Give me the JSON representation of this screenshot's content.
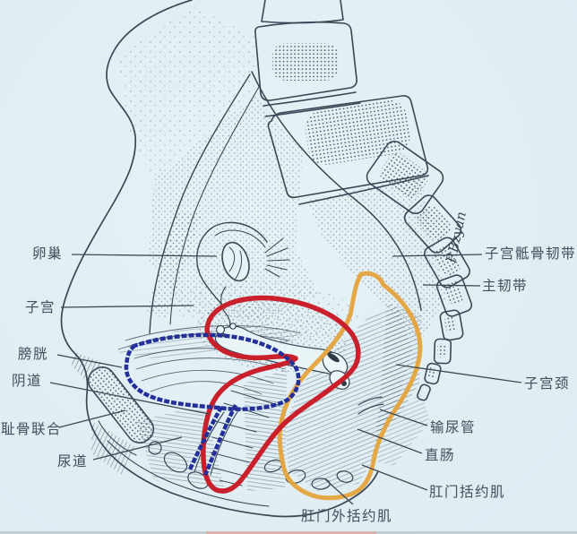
{
  "figure": {
    "type": "anatomical-diagram",
    "subject": "female pelvis median sagittal section",
    "labels": {
      "ovary": "卵巢",
      "uterus": "子宫",
      "bladder": "膀胱",
      "vagina": "阴道",
      "pubic_symphysis": "耻骨联合",
      "urethra": "尿道",
      "uterosacral_ligament": "子宫骶骨韧带",
      "cardinal_ligament": "主韧带",
      "cervix": "子宫颈",
      "ureter": "输尿管",
      "rectum": "直肠",
      "anal_sphincter": "肛门括约肌",
      "external_anal_sphincter": "肛门外括约肌"
    },
    "signature": "P.Bzyan",
    "colors": {
      "background": "#e1eff4",
      "uterus_vagina_outline": "#c9202b",
      "bladder_outline_dotted": "#24309a",
      "rectum_outline": "#e5a33c",
      "line_art": "#3a4856",
      "label_text": "#475260"
    }
  }
}
